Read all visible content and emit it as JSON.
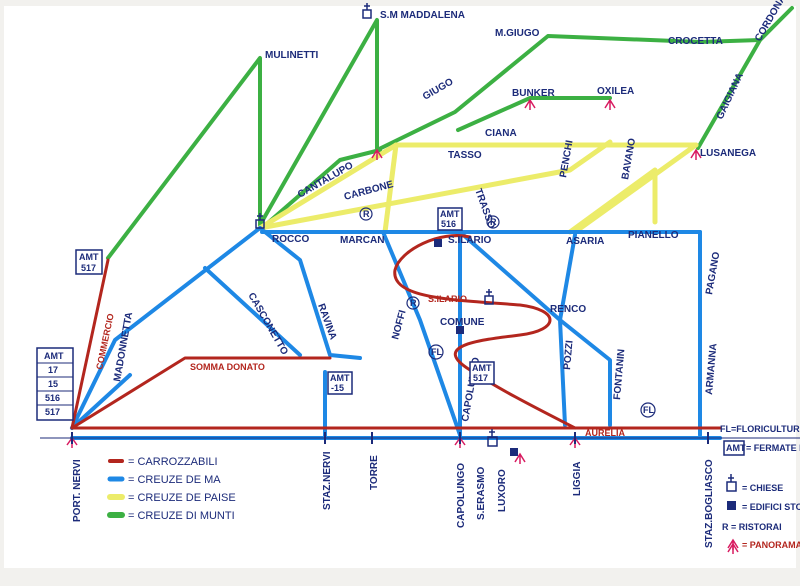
{
  "colors": {
    "paper": "#f2f1ee",
    "carrozzabili": "#b3261e",
    "creuze_de_ma": "#1e88e5",
    "creuze_de_paise": "#ecec6a",
    "creuze_di_munti": "#3cb043",
    "ink": "#1c2b7a",
    "panorama": "#d81b60"
  },
  "labels": {
    "s_m_maddalena": "S.M MADDALENA",
    "mulinetti": "MULINETTI",
    "m_giugo": "M.GIUGO",
    "crocetta": "CROCETTA",
    "cordona": "CORDONA",
    "giugo": "GIUGO",
    "bunker": "BUNKER",
    "oxilea": "OXILEA",
    "gaiana": "GAIGIANA",
    "ciana": "CIANA",
    "cantalupo": "CANTALUPO",
    "tasso": "TASSO",
    "penchi": "PENCHI",
    "bavano": "BAVANO",
    "lusanega": "LUSANEGA",
    "carbone": "CARBONE",
    "trasso": "TRASSO",
    "rocco": "ROCCO",
    "marcan": "MARCAN",
    "s_ilario": "S.ILARIO",
    "asaria": "ASARIA",
    "pianello": "PIANELLO",
    "pagano": "PAGANO",
    "commercio": "COMMERCIO",
    "madonnetta": "MADONNETTA",
    "casconetto": "CASCONETTO",
    "ravina": "RAVINA",
    "noffi": "NOFFI",
    "silario_road": "S.ILARIO",
    "comune": "COMUNE",
    "renco": "RENCO",
    "pozzi": "POZZI",
    "fontanin": "FONTANIN",
    "armanna": "ARMANNA",
    "somma_donato": "SOMMA DONATO",
    "aurelia": "AURELIA",
    "fl": "FL",
    "fl_legend": "FL=FLORICULTURA",
    "fermate_bus": "= FERMATE BUS",
    "chiese": "= CHIESE",
    "edifici_storici": "= EDIFICI STORICI",
    "ristorai": "R = RISTORAI",
    "panorama": "= PANORAMA",
    "r": "R",
    "amt": "AMT"
  },
  "bus_stops": {
    "left_amt": [
      "AMT",
      "17",
      "15",
      "516",
      "517"
    ],
    "amt_517_top": [
      "AMT",
      "517"
    ],
    "amt_516": [
      "AMT",
      "516"
    ],
    "amt_15": [
      "AMT",
      "-15"
    ],
    "amt_517_mid": [
      "AMT",
      "517"
    ]
  },
  "bottom_stations": {
    "port_nervi": "PORT. NERVI",
    "staz_nervi": "STAZ.NERVI",
    "torre": "TORRE",
    "capolungo": "CAPOLUNGO",
    "s_erasmo": "S.ERASMO",
    "luxoro": "LUXORO",
    "liggia": "LIGGIA",
    "staz_bogliasco": "STAZ.BOGLIASCO"
  },
  "legend": {
    "carrozzabili": "= CARROZZABILI",
    "creuze_de_ma": "= CREUZE DE MA",
    "creuze_de_paise": "= CREUZE DE PAISE",
    "creuze_di_munti": "= CREUZE DI MUNTI"
  }
}
